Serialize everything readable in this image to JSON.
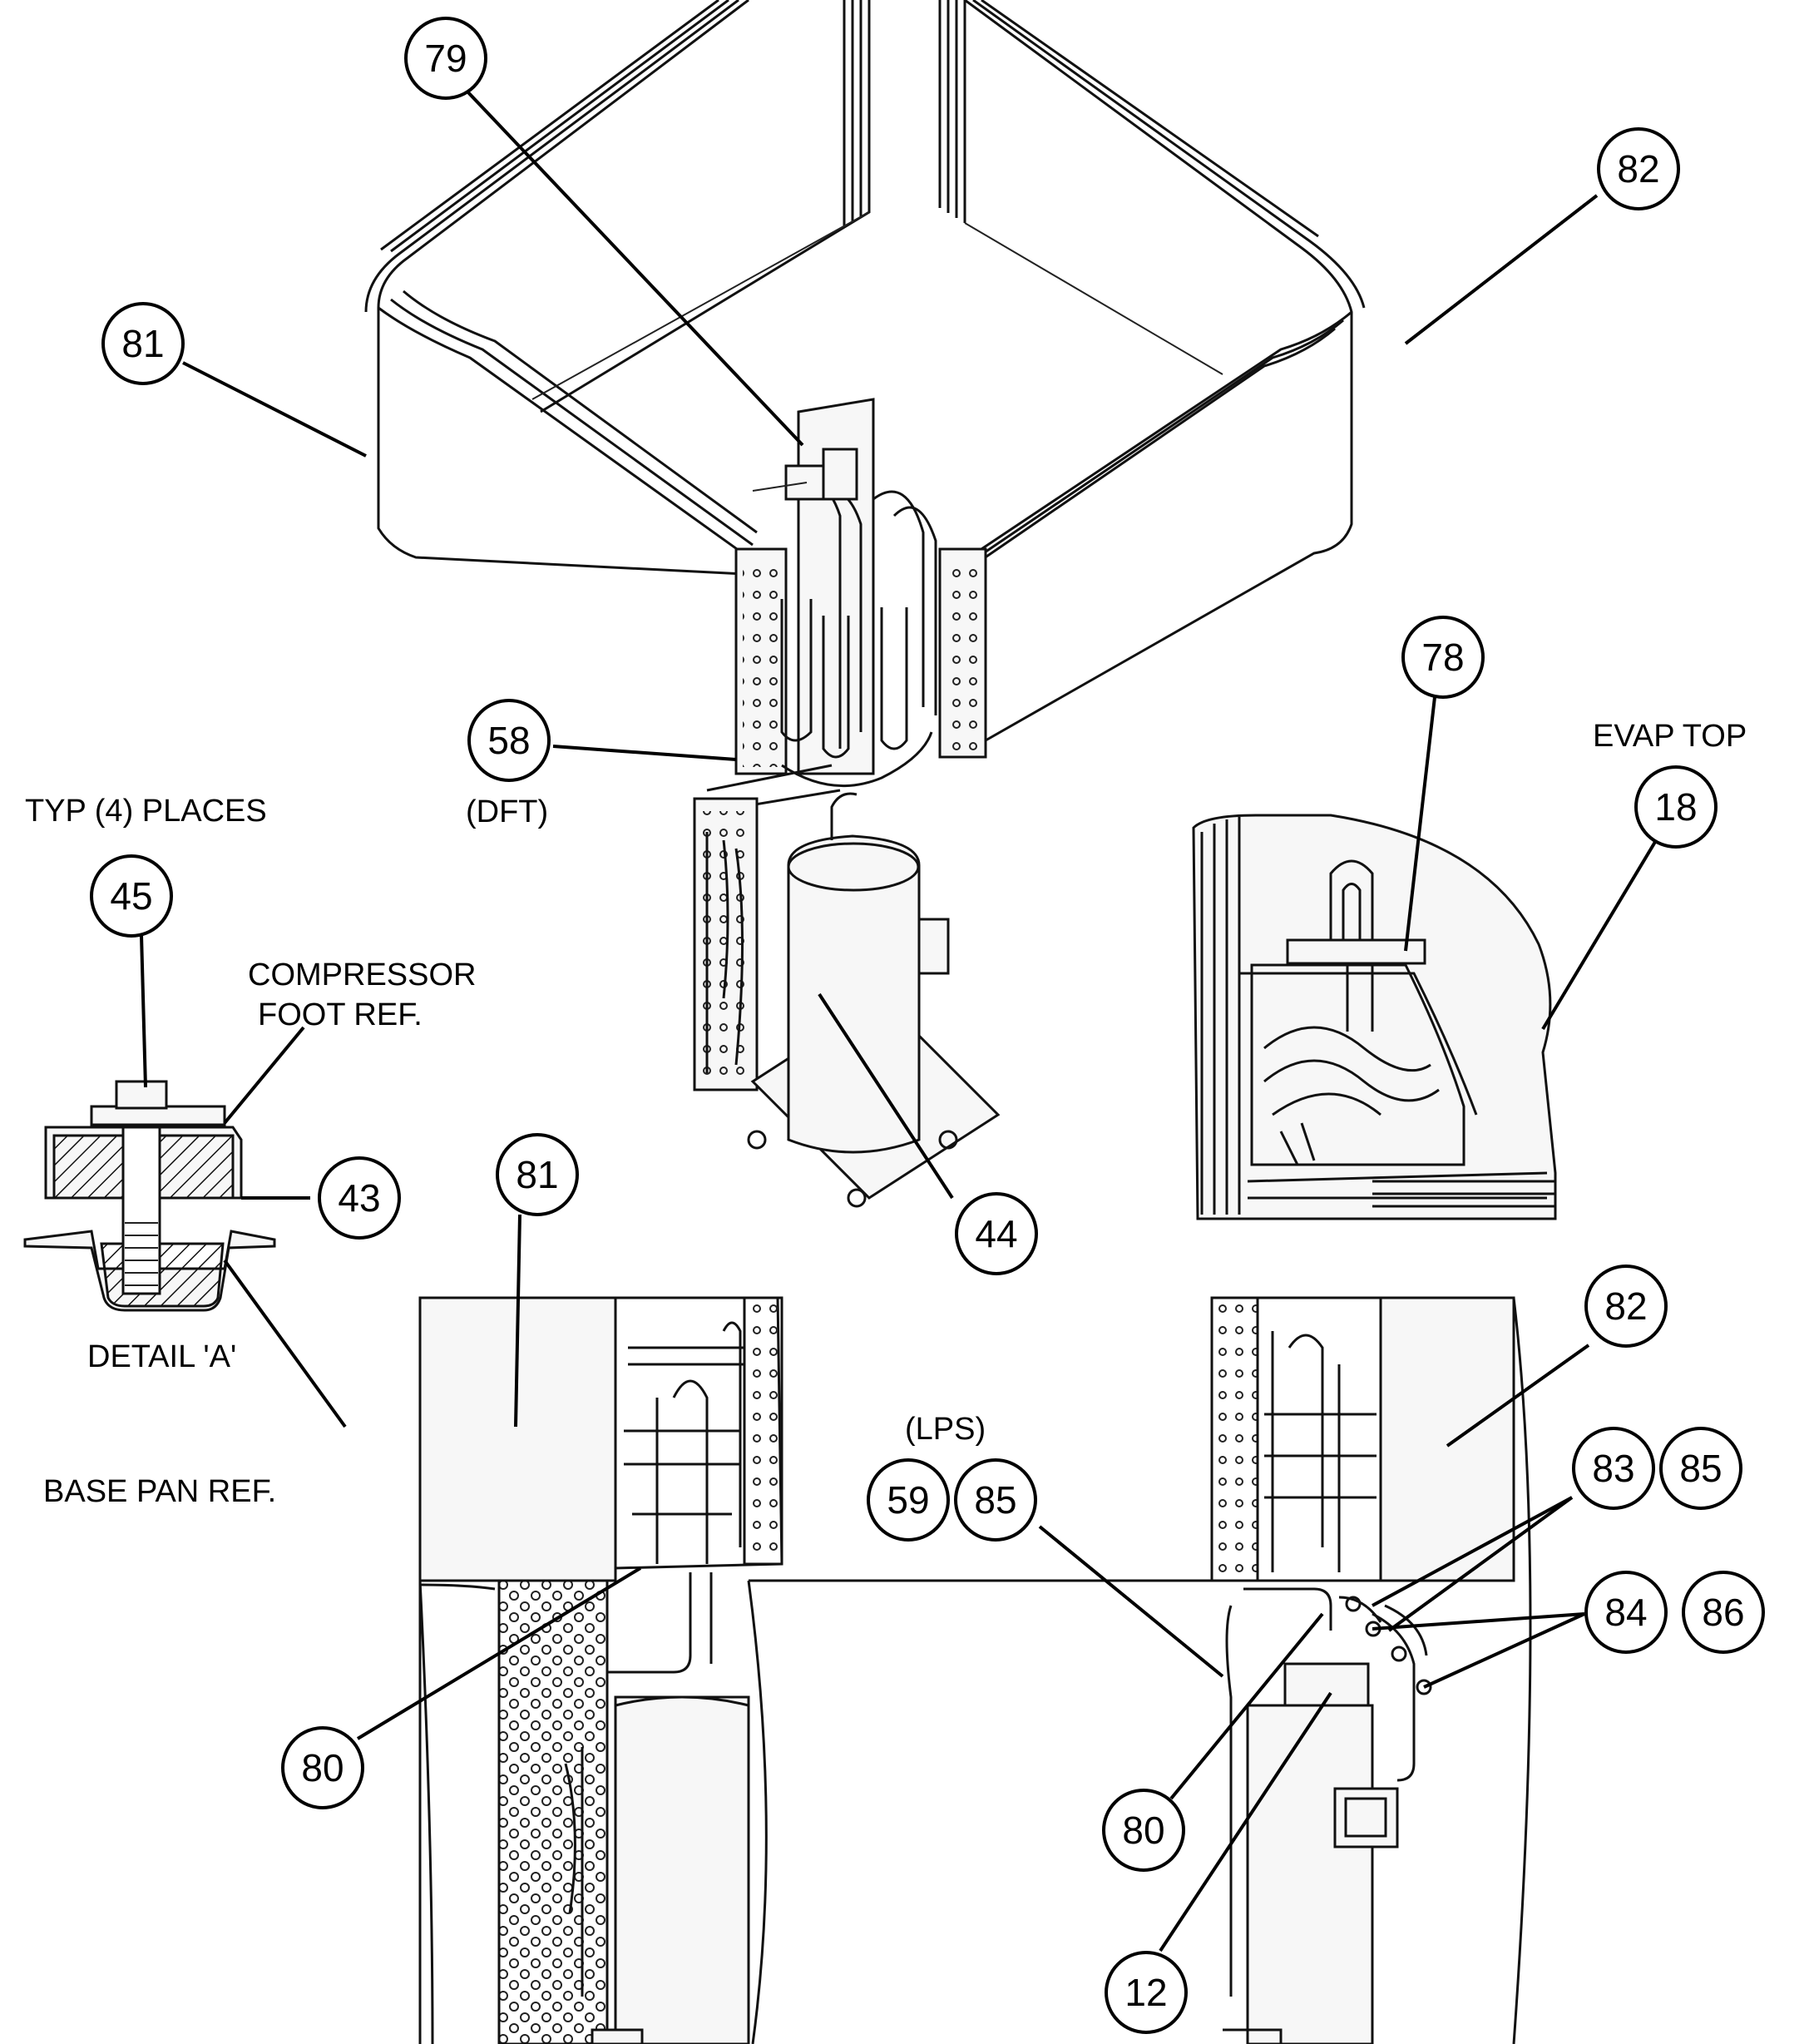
{
  "callouts": {
    "c79": "79",
    "c82_top": "82",
    "c81_top": "81",
    "c78": "78",
    "c18": "18",
    "c58": "58",
    "c45": "45",
    "c43": "43",
    "c44": "44",
    "c81_mid": "81",
    "c82_mid": "82",
    "c83": "83",
    "c85_right": "85",
    "c59": "59",
    "c85_left": "85",
    "c84": "84",
    "c86": "86",
    "c80_left": "80",
    "c80_right": "80",
    "c12": "12"
  },
  "notes": {
    "evap_top": "EVAP TOP",
    "typ_places": "TYP (4) PLACES",
    "dft": "(DFT)",
    "compressor_foot_1": "COMPRESSOR",
    "compressor_foot_2": "FOOT REF.",
    "detail_a": "DETAIL 'A'",
    "base_pan": "BASE PAN REF.",
    "lps": "(LPS)"
  }
}
